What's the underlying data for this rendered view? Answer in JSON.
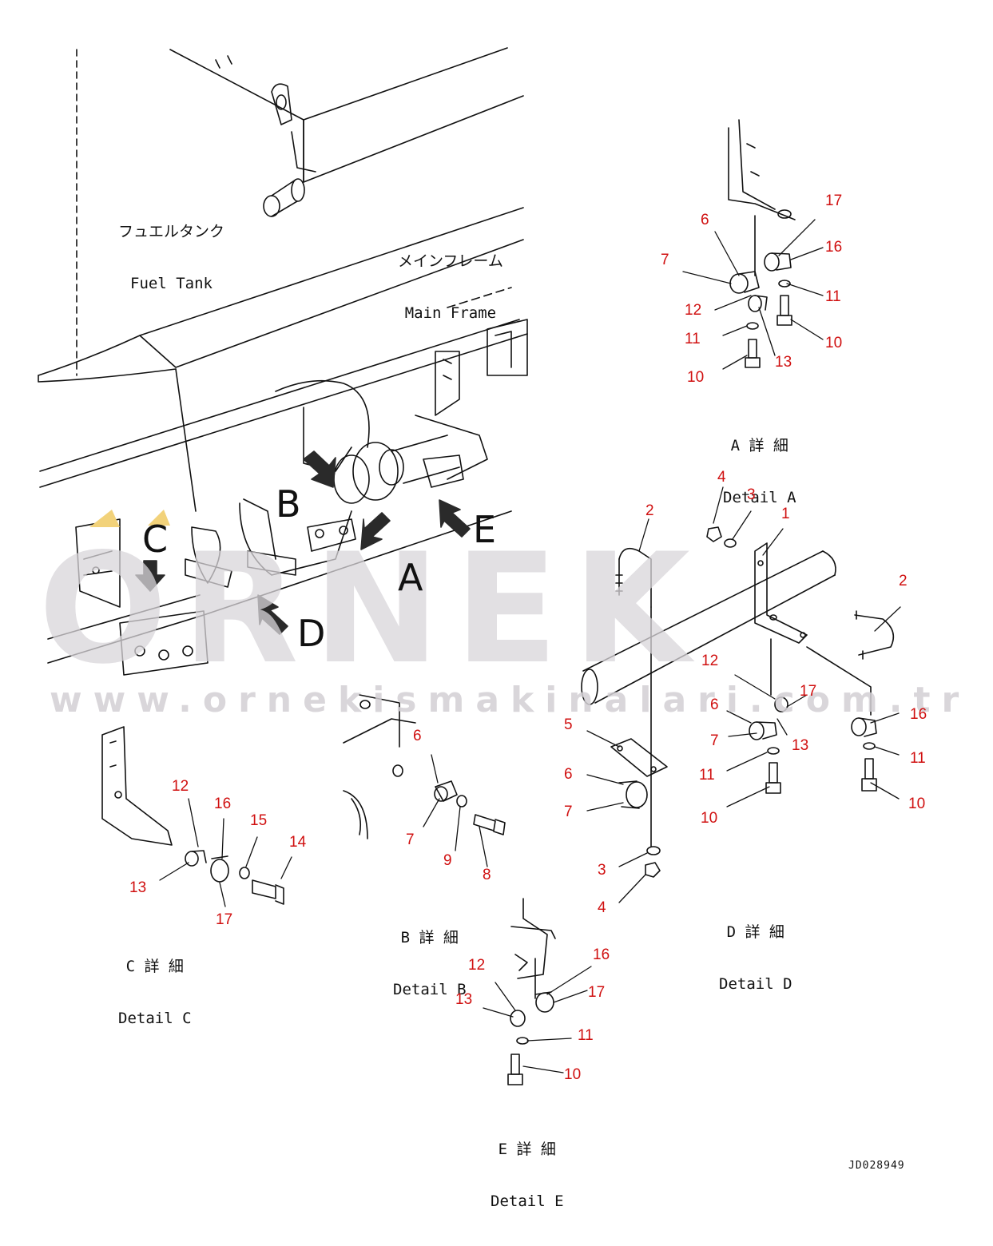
{
  "watermark": {
    "brand": "ORNEK",
    "url": "www.ornekismakinalari.com.tr"
  },
  "labels": {
    "fuel_tank_jp": "フュエルタンク",
    "fuel_tank_en": "Fuel Tank",
    "main_frame_jp": "メインフレーム",
    "main_frame_en": "Main Frame"
  },
  "arrows": {
    "a": "A",
    "b": "B",
    "c": "C",
    "d": "D",
    "e": "E"
  },
  "details": {
    "a": {
      "jp": "A 詳 細",
      "en": "Detail A",
      "callouts": [
        "17",
        "6",
        "16",
        "7",
        "11",
        "12",
        "11",
        "10",
        "13",
        "10"
      ]
    },
    "b": {
      "jp": "B 詳 細",
      "en": "Detail B",
      "callouts": [
        "6",
        "7",
        "9",
        "8"
      ]
    },
    "c": {
      "jp": "C 詳 細",
      "en": "Detail C",
      "callouts": [
        "12",
        "16",
        "15",
        "14",
        "13",
        "17"
      ]
    },
    "d": {
      "jp": "D 詳 細",
      "en": "Detail D",
      "callouts": [
        "4",
        "3",
        "1",
        "2",
        "2",
        "12",
        "17",
        "6",
        "13",
        "16",
        "7",
        "11",
        "11",
        "10",
        "10",
        "5",
        "6",
        "7",
        "3",
        "4"
      ]
    },
    "e": {
      "jp": "E 詳 細",
      "en": "Detail E",
      "callouts": [
        "16",
        "12",
        "17",
        "13",
        "11",
        "10"
      ]
    }
  },
  "document_id": "JD028949",
  "colors": {
    "callout": "#d01010",
    "line": "#111111",
    "watermark": "#d9d6da",
    "accent_yellow": "#f2d27a"
  }
}
